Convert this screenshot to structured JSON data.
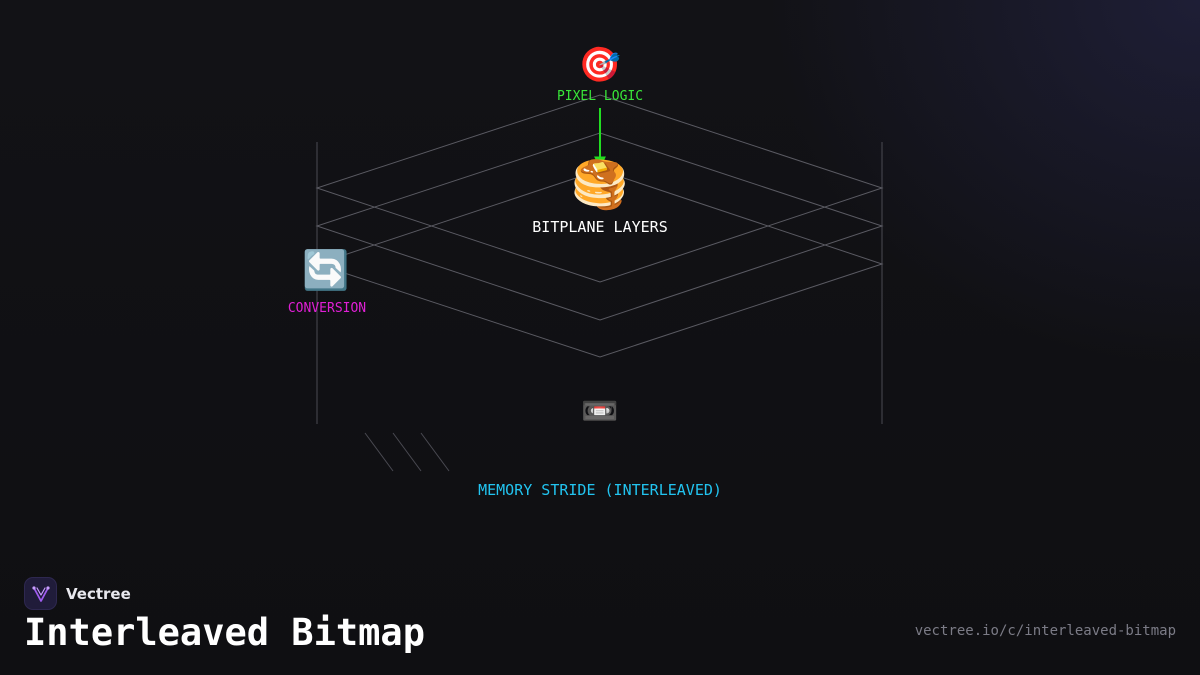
{
  "diagram": {
    "nodes": {
      "pixel_logic": {
        "icon": "target-icon",
        "glyph": "🎯",
        "label": "PIXEL LOGIC",
        "color": "#39e639"
      },
      "bitplane_layers": {
        "icon": "pancakes-icon",
        "glyph": "🥞",
        "label": "BITPLANE LAYERS",
        "color": "#ffffff"
      },
      "conversion": {
        "icon": "refresh-arrows-icon",
        "glyph": "🔄",
        "label": "CONVERSION",
        "color": "#e01fd6"
      },
      "memory_stride": {
        "icon": "videocassette-icon",
        "glyph": "📼",
        "label": "MEMORY STRIDE (INTERLEAVED)",
        "color": "#22c4f0"
      }
    },
    "arrow_color": "#22dd22",
    "line_color": "#5a5a62"
  },
  "footer": {
    "brand_name": "Vectree",
    "title": "Interleaved Bitmap",
    "url": "vectree.io/c/interleaved-bitmap"
  },
  "colors": {
    "background": "#111114",
    "brand_logo_bg": "#201c3a",
    "brand_logo_accent": "#a05cf0"
  }
}
